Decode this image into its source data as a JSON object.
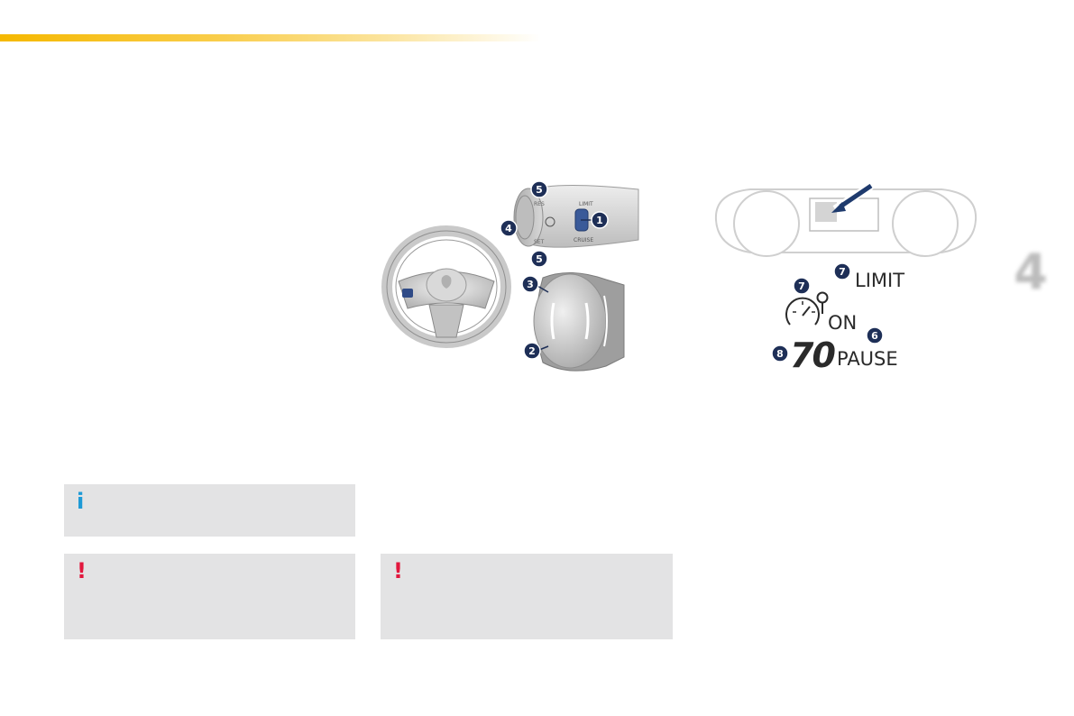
{
  "page": {
    "chapter_number": "4"
  },
  "stalk_callouts": [
    "1",
    "2",
    "3",
    "4",
    "5",
    "5"
  ],
  "stalk_labels": {
    "limit": "LIMIT",
    "cruise": "CRUISE",
    "res": "RES",
    "set": "SET"
  },
  "display": {
    "callouts": [
      "7",
      "7",
      "6",
      "8"
    ],
    "limit": "LIMIT",
    "on": "ON",
    "speed": "70",
    "pause": "PAUSE"
  },
  "notices": {
    "info_glyph": "i",
    "warning_glyph": "!"
  },
  "colors": {
    "accent": "#f5b800",
    "callout_fill": "#1e2f57",
    "box_background": "#e3e3e4",
    "info": "#1d9ad6",
    "warning": "#e2173d"
  },
  "icons": [
    "steering-wheel-icon",
    "speedometer-icon",
    "limit-marker-icon",
    "arrow-icon"
  ]
}
